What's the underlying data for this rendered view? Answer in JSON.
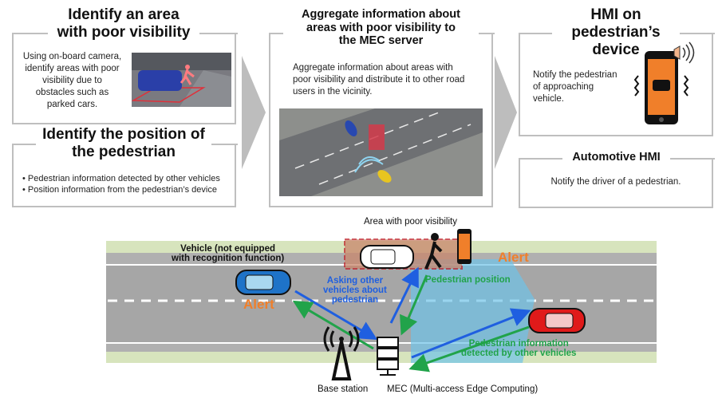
{
  "panel_visibility": {
    "title_line1": "Identify an area",
    "title_line2": "with poor visibility",
    "text": "Using on-board camera, identify areas with poor visibility due to obstacles such as parked cars."
  },
  "panel_position": {
    "title_line1": "Identify the position of",
    "title_line2": "the pedestrian",
    "bullets": [
      "Pedestrian information detected by other vehicles",
      "Position information from the pedestrian’s device"
    ]
  },
  "panel_aggregate": {
    "title_line1": "Aggregate information about",
    "title_line2": "areas with poor visibility to",
    "title_line3": "the  MEC server",
    "text": "Aggregate information about areas with poor visibility and distribute it to other road users in the vicinity."
  },
  "panel_hmi_pedestrian": {
    "title_line1": "HMI on pedestrian’s",
    "title_line2": "device",
    "text": "Notify the pedestrian of approaching vehicle."
  },
  "panel_hmi_auto": {
    "title": "Automotive HMI",
    "text": "Notify the driver of a pedestrian."
  },
  "scene": {
    "area_label": "Area with poor visibility",
    "vehicle_label_line1": "Vehicle (not equipped",
    "vehicle_label_line2": "with recognition function)",
    "alert_left": "Alert",
    "alert_right": "Alert",
    "asking_line1": "Asking other",
    "asking_line2": "vehicles about",
    "asking_line3": "pedestrian",
    "pedestrian_position": "Pedestrian position",
    "ped_info_line1": "Pedestrian information",
    "ped_info_line2": "detected by other vehicles",
    "base_station": "Base station",
    "mec": "MEC (Multi-access Edge Computing)"
  },
  "colors": {
    "blue_arrow": "#1f5fe0",
    "green_arrow": "#21a34a",
    "alert": "#f07f2a",
    "road": "#a6a6a6",
    "verge": "#d7e4bd",
    "coverage": "#6fc3e8"
  }
}
